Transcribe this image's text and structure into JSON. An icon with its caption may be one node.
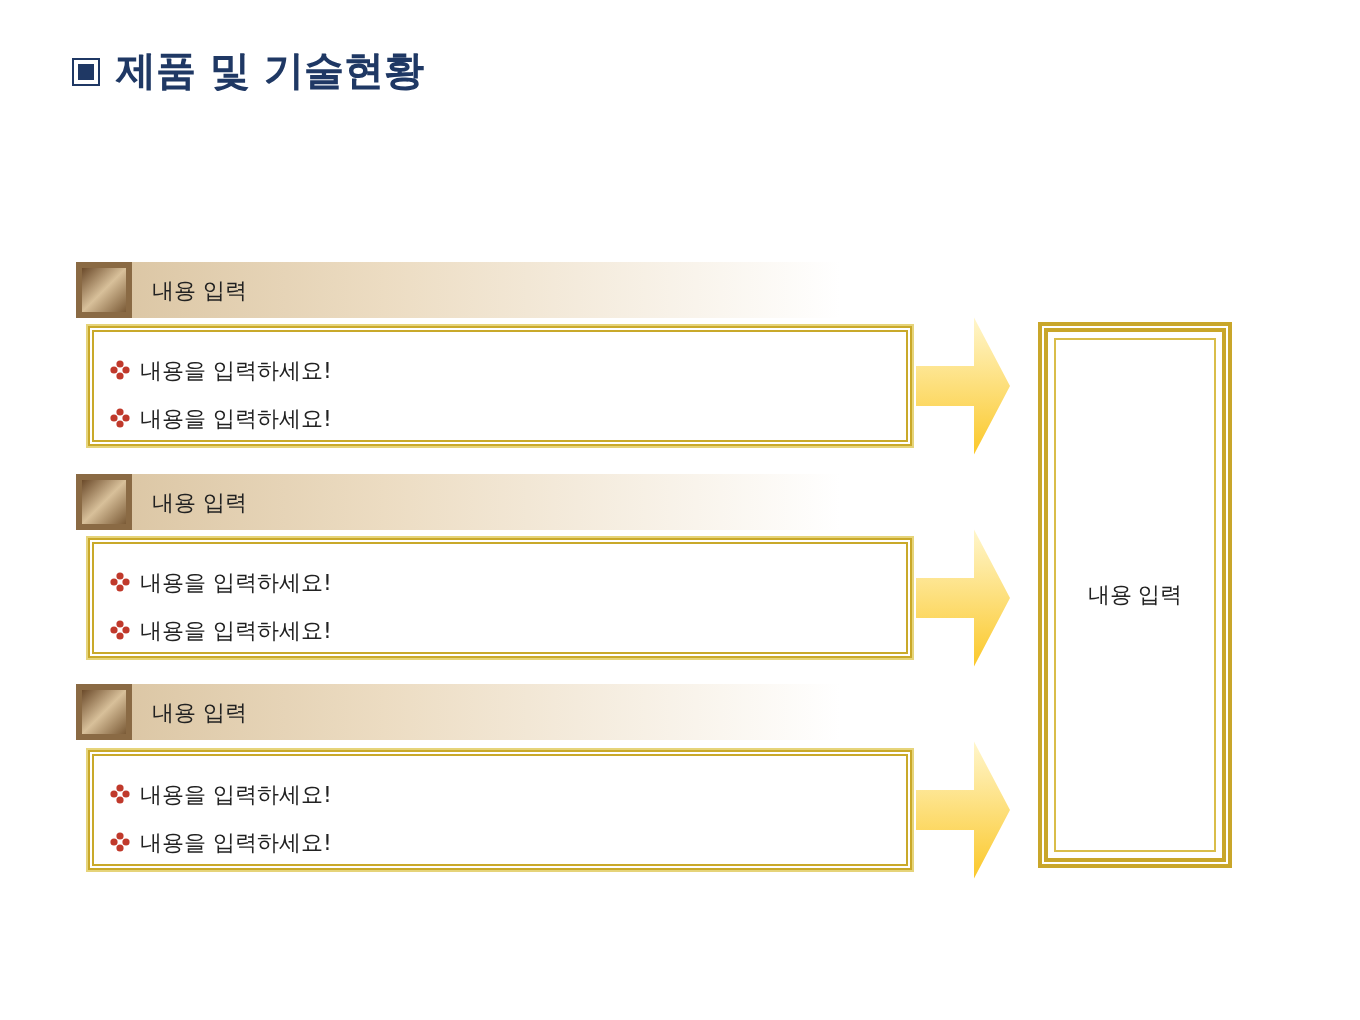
{
  "diagram": {
    "title": "제품 및 기술현황",
    "nodes": [
      {
        "text": [
          "내용 입력"
        ]
      },
      {
        "text": [
          "내용을 입력하세요!",
          "내용을 입력하세요!"
        ]
      },
      {
        "text": [
          "내용 입력"
        ]
      },
      {
        "text": [
          "내용을 입력하세요!",
          "내용을 입력하세요!"
        ]
      },
      {
        "text": [
          "내용 입력"
        ]
      },
      {
        "text": [
          "내용을 입력하세요!",
          "내용을 입력하세요!"
        ]
      },
      {
        "text": [
          "내용 입력"
        ]
      }
    ],
    "edges": [
      {
        "from": 1,
        "to": 6,
        "arrow": "to"
      },
      {
        "from": 3,
        "to": 6,
        "arrow": "to"
      },
      {
        "from": 5,
        "to": 6,
        "arrow": "to"
      }
    ]
  }
}
